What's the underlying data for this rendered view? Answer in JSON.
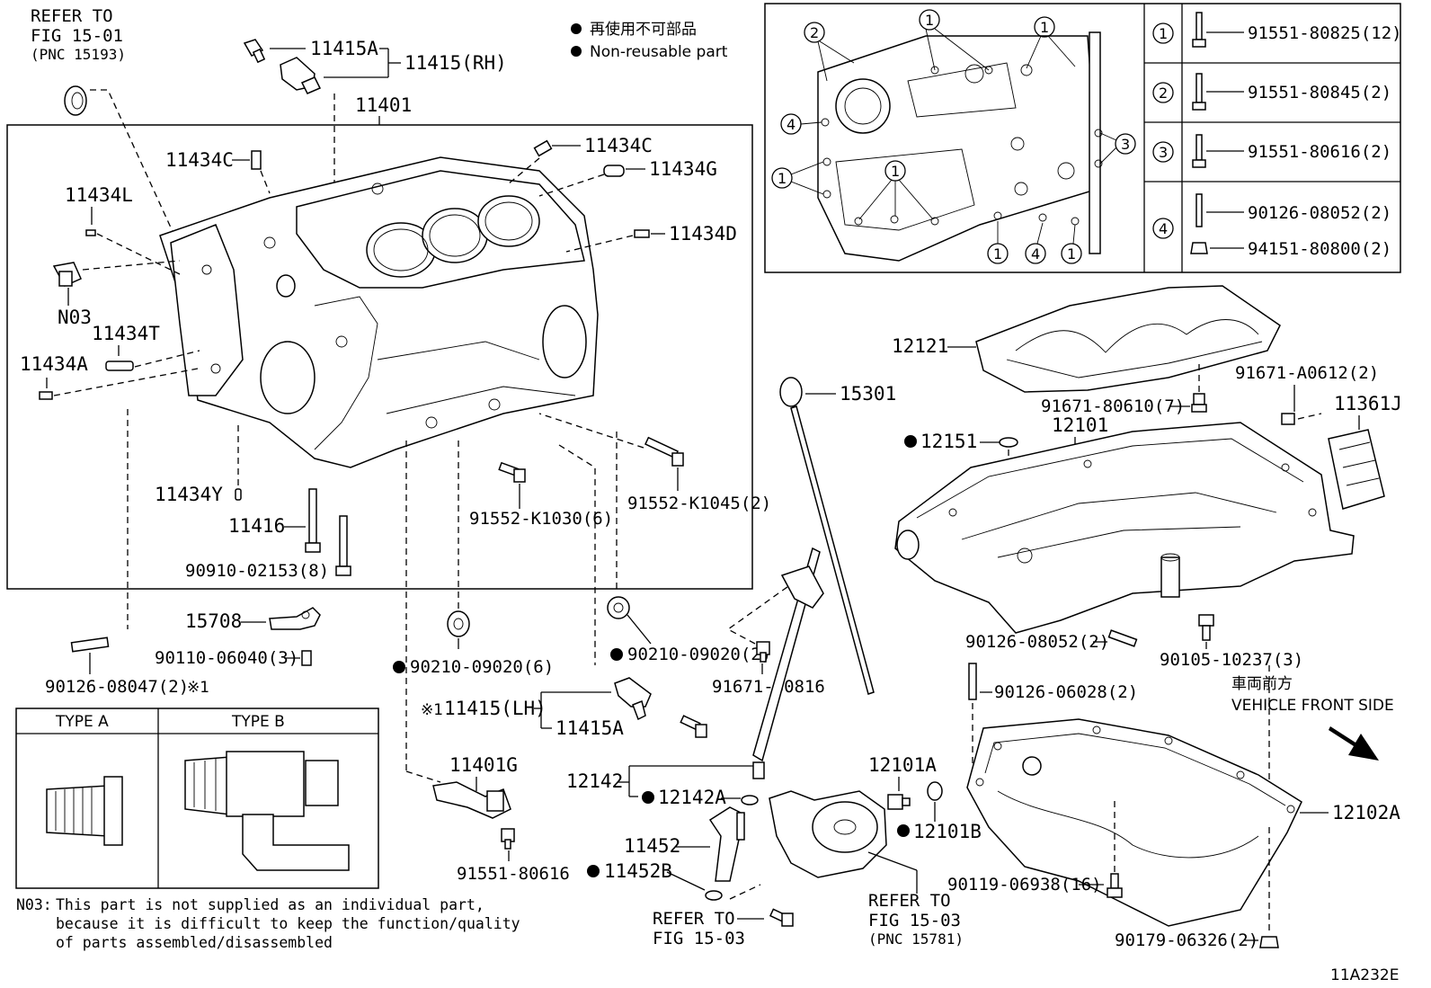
{
  "legend": {
    "jp": "再使用不可部品",
    "en": "Non-reusable part"
  },
  "refer_top": [
    "REFER TO",
    "FIG 15-01",
    "(PNC 15193)"
  ],
  "labels": {
    "p11415A_top": "11415A",
    "p11415RH": "11415(RH)",
    "p11401": "11401",
    "p11434C_left": "11434C",
    "p11434C_right": "11434C",
    "p11434G": "11434G",
    "p11434L": "11434L",
    "p11434D": "11434D",
    "pN03": "N03",
    "p11434T": "11434T",
    "p11434A": "11434A",
    "p11434Y": "11434Y",
    "p11416": "11416",
    "p90910": "90910-02153(8)",
    "p91552K1030": "91552-K1030(6)",
    "p91552K1045": "91552-K1045(2)",
    "p15708": "15708",
    "p90110": "90110-06040(3)",
    "p90126_08047": "90126-08047(2)",
    "p90210_a": "90210-09020(6)",
    "p90210_b": "90210-09020(2)",
    "p91671_80816": "91671-80816",
    "p11415LH": "11415(LH)",
    "p11415A_bot": "11415A",
    "p11401G": "11401G",
    "p91551_80616": "91551-80616",
    "p12142": "12142",
    "p12142A": "12142A",
    "p11452": "11452",
    "p11452B": "11452B",
    "p12101A": "12101A",
    "p12101B": "12101B",
    "p15301": "15301",
    "p12121": "12121",
    "p91671_80610": "91671-80610(7)",
    "p91671_A0612": "91671-A0612(2)",
    "p11361J": "11361J",
    "p12151": "12151",
    "p12101": "12101",
    "p90126_08052": "90126-08052(2)",
    "p90105": "90105-10237(3)",
    "p90126_06028": "90126-06028(2)",
    "p12102A": "12102A",
    "p90119": "90119-06938(16)",
    "p90179": "90179-06326(2)",
    "vehicle_jp": "車両前方",
    "vehicle_en": "VEHICLE FRONT SIDE",
    "fig_id": "11A232E",
    "mark1": "※1",
    "mark1_lh": "※1"
  },
  "refer_bottom_left": [
    "REFER TO",
    "FIG 15-03"
  ],
  "refer_bottom_right": [
    "REFER TO",
    "FIG 15-03",
    "(PNC 15781)"
  ],
  "types": {
    "a": "TYPE A",
    "b": "TYPE B"
  },
  "bolt_table": [
    {
      "num": "1",
      "parts": [
        "91551-80825(12)"
      ]
    },
    {
      "num": "2",
      "parts": [
        "91551-80845(2)"
      ]
    },
    {
      "num": "3",
      "parts": [
        "91551-80616(2)"
      ]
    },
    {
      "num": "4",
      "parts": [
        "90126-08052(2)",
        "94151-80800(2)"
      ]
    }
  ],
  "circle_callouts": [
    "1",
    "2",
    "3",
    "4"
  ],
  "note": {
    "prefix": "N03:",
    "lines": [
      "This part is not supplied as an individual part,",
      "because it is difficult to keep the function/quality",
      "of parts assembled/disassembled"
    ]
  }
}
